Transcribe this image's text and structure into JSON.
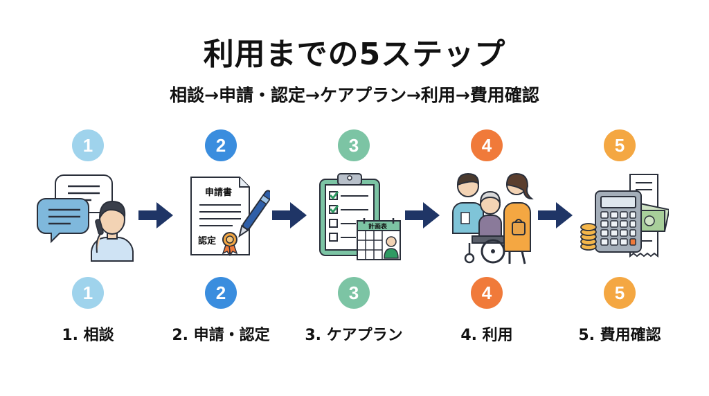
{
  "title": "利用までの5ステップ",
  "subtitle": "相談→申請・認定→ケアプラン→利用→費用確認",
  "colors": {
    "step1": "#9fd3ec",
    "step2": "#3a8dde",
    "step3": "#7cc4a4",
    "step4": "#f07a3a",
    "step5": "#f4a742",
    "arrow": "#1f3566"
  },
  "steps": [
    {
      "number": "1",
      "label": "1. 相談",
      "icon": "phone-consultation-icon"
    },
    {
      "number": "2",
      "label": "2. 申請・認定",
      "icon": "application-document-icon",
      "doc_title": "申請書",
      "doc_stamp_text": "認定"
    },
    {
      "number": "3",
      "label": "3. ケアプラン",
      "icon": "care-plan-clipboard-icon",
      "calendar_title": "計画表"
    },
    {
      "number": "4",
      "label": "4. 利用",
      "icon": "caregivers-wheelchair-icon"
    },
    {
      "number": "5",
      "label": "5. 費用確認",
      "icon": "calculator-money-icon"
    }
  ]
}
